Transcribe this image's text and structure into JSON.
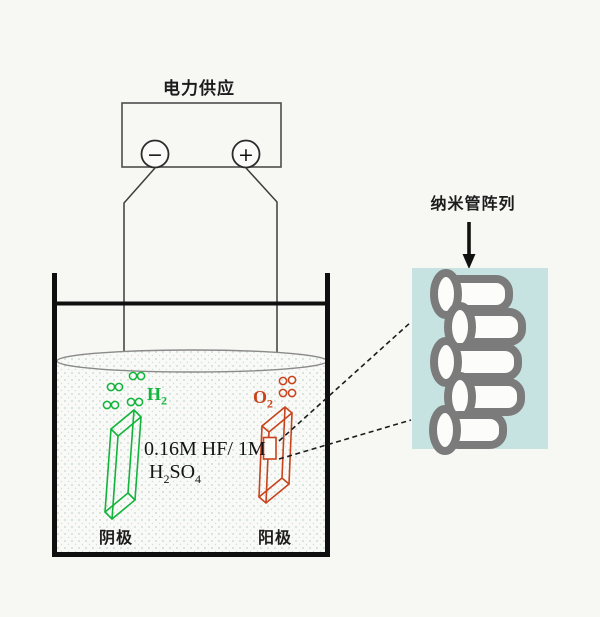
{
  "power_supply": {
    "label": "电力供应",
    "minus": "−",
    "plus": "+"
  },
  "nanotube_panel": {
    "label": "纳米管阵列",
    "tube_count": 5
  },
  "beaker": {
    "cathode_label": "阴极",
    "anode_label": "阳极",
    "hydrogen": {
      "base": "H",
      "sub": "2"
    },
    "oxygen": {
      "base": "O",
      "sub": "2"
    },
    "electrolyte": {
      "line1": "0.16M HF/ 1M",
      "h": "H",
      "h_sub": "2",
      "so": "SO",
      "so_sub": "4"
    }
  },
  "colors": {
    "cathode_green": "#12b43c",
    "anode_orange": "#c8431c",
    "nanotube_gray": "#7b7b7b",
    "nanotube_bg": "#c6e3e1",
    "beaker_black": "#0f0f0f",
    "wire_gray": "#3c3c3c",
    "surface_gray": "#8a8a8a"
  }
}
